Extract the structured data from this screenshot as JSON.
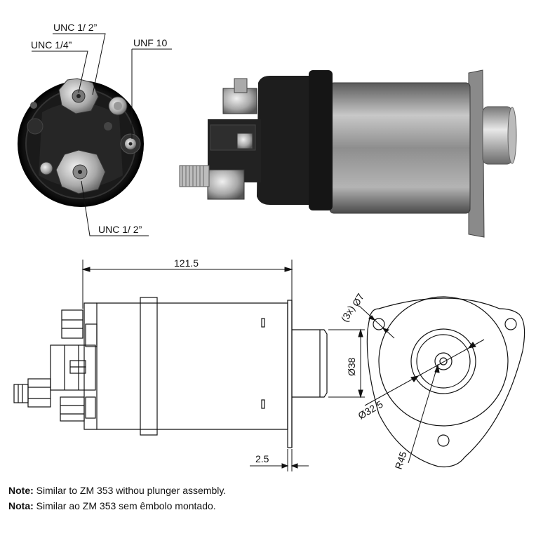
{
  "callouts": {
    "unc_half_top": "UNC 1/ 2”",
    "unc_quarter": "UNC 1/4”",
    "unf_10": "UNF 10",
    "unc_half_bottom": "UNC 1/ 2”"
  },
  "dimensions": {
    "overall_length": "121.5",
    "flange_thickness": "2.5",
    "plunger_diameter": "Ø38",
    "hole_diameter": "Ø7",
    "hole_count": "(3x)",
    "bore_diameter": "Ø32.5",
    "flange_radius": "R45"
  },
  "notes": [
    {
      "prefix": "Note:",
      "text": " Similar to ZM 353 withou plunger assembly."
    },
    {
      "prefix": "Nota:",
      "text": " Similar ao ZM 353 sem êmbolo montado."
    }
  ]
}
